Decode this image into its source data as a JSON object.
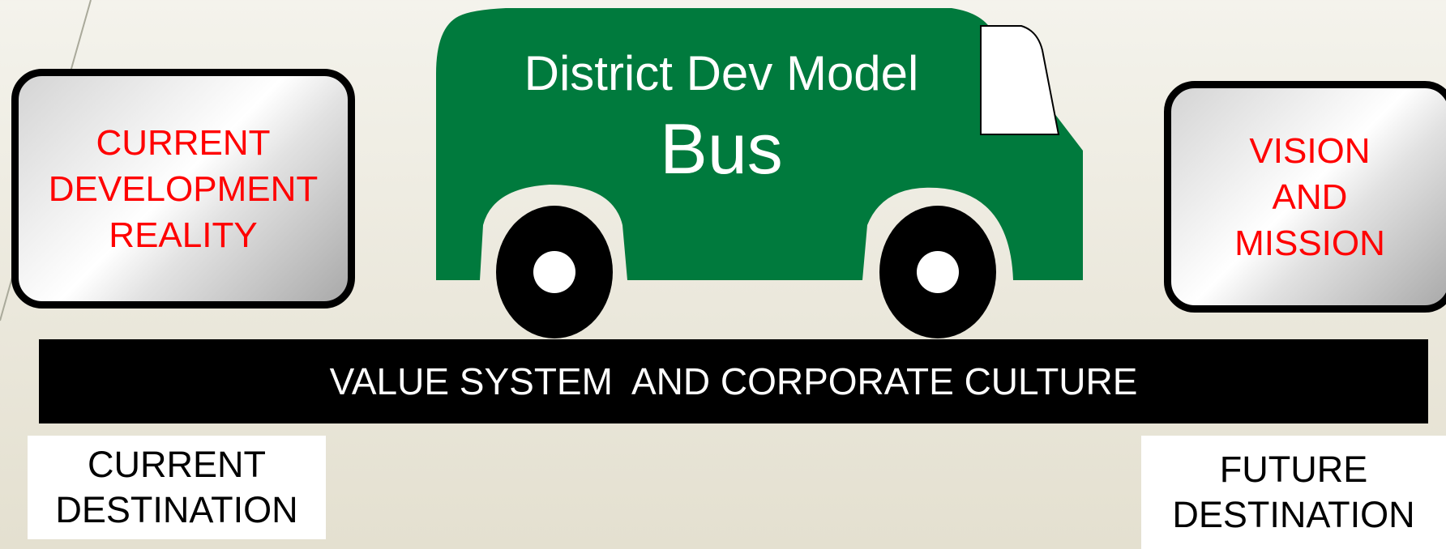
{
  "current_reality_box": {
    "text": "CURRENT\nDEVELOPMENT\nREALITY"
  },
  "bus": {
    "title": "District Dev Model",
    "label": "Bus"
  },
  "vision_box": {
    "text": "VISION\nAND\nMISSION"
  },
  "road": {
    "text": "VALUE SYSTEM  AND CORPORATE CULTURE"
  },
  "current_destination": {
    "text": "CURRENT\nDESTINATION"
  },
  "future_destination": {
    "text": "FUTURE\nDESTINATION"
  },
  "colors": {
    "bus_green": "#007a3d",
    "box_text_red": "#ff0000",
    "road_black": "#000000"
  }
}
